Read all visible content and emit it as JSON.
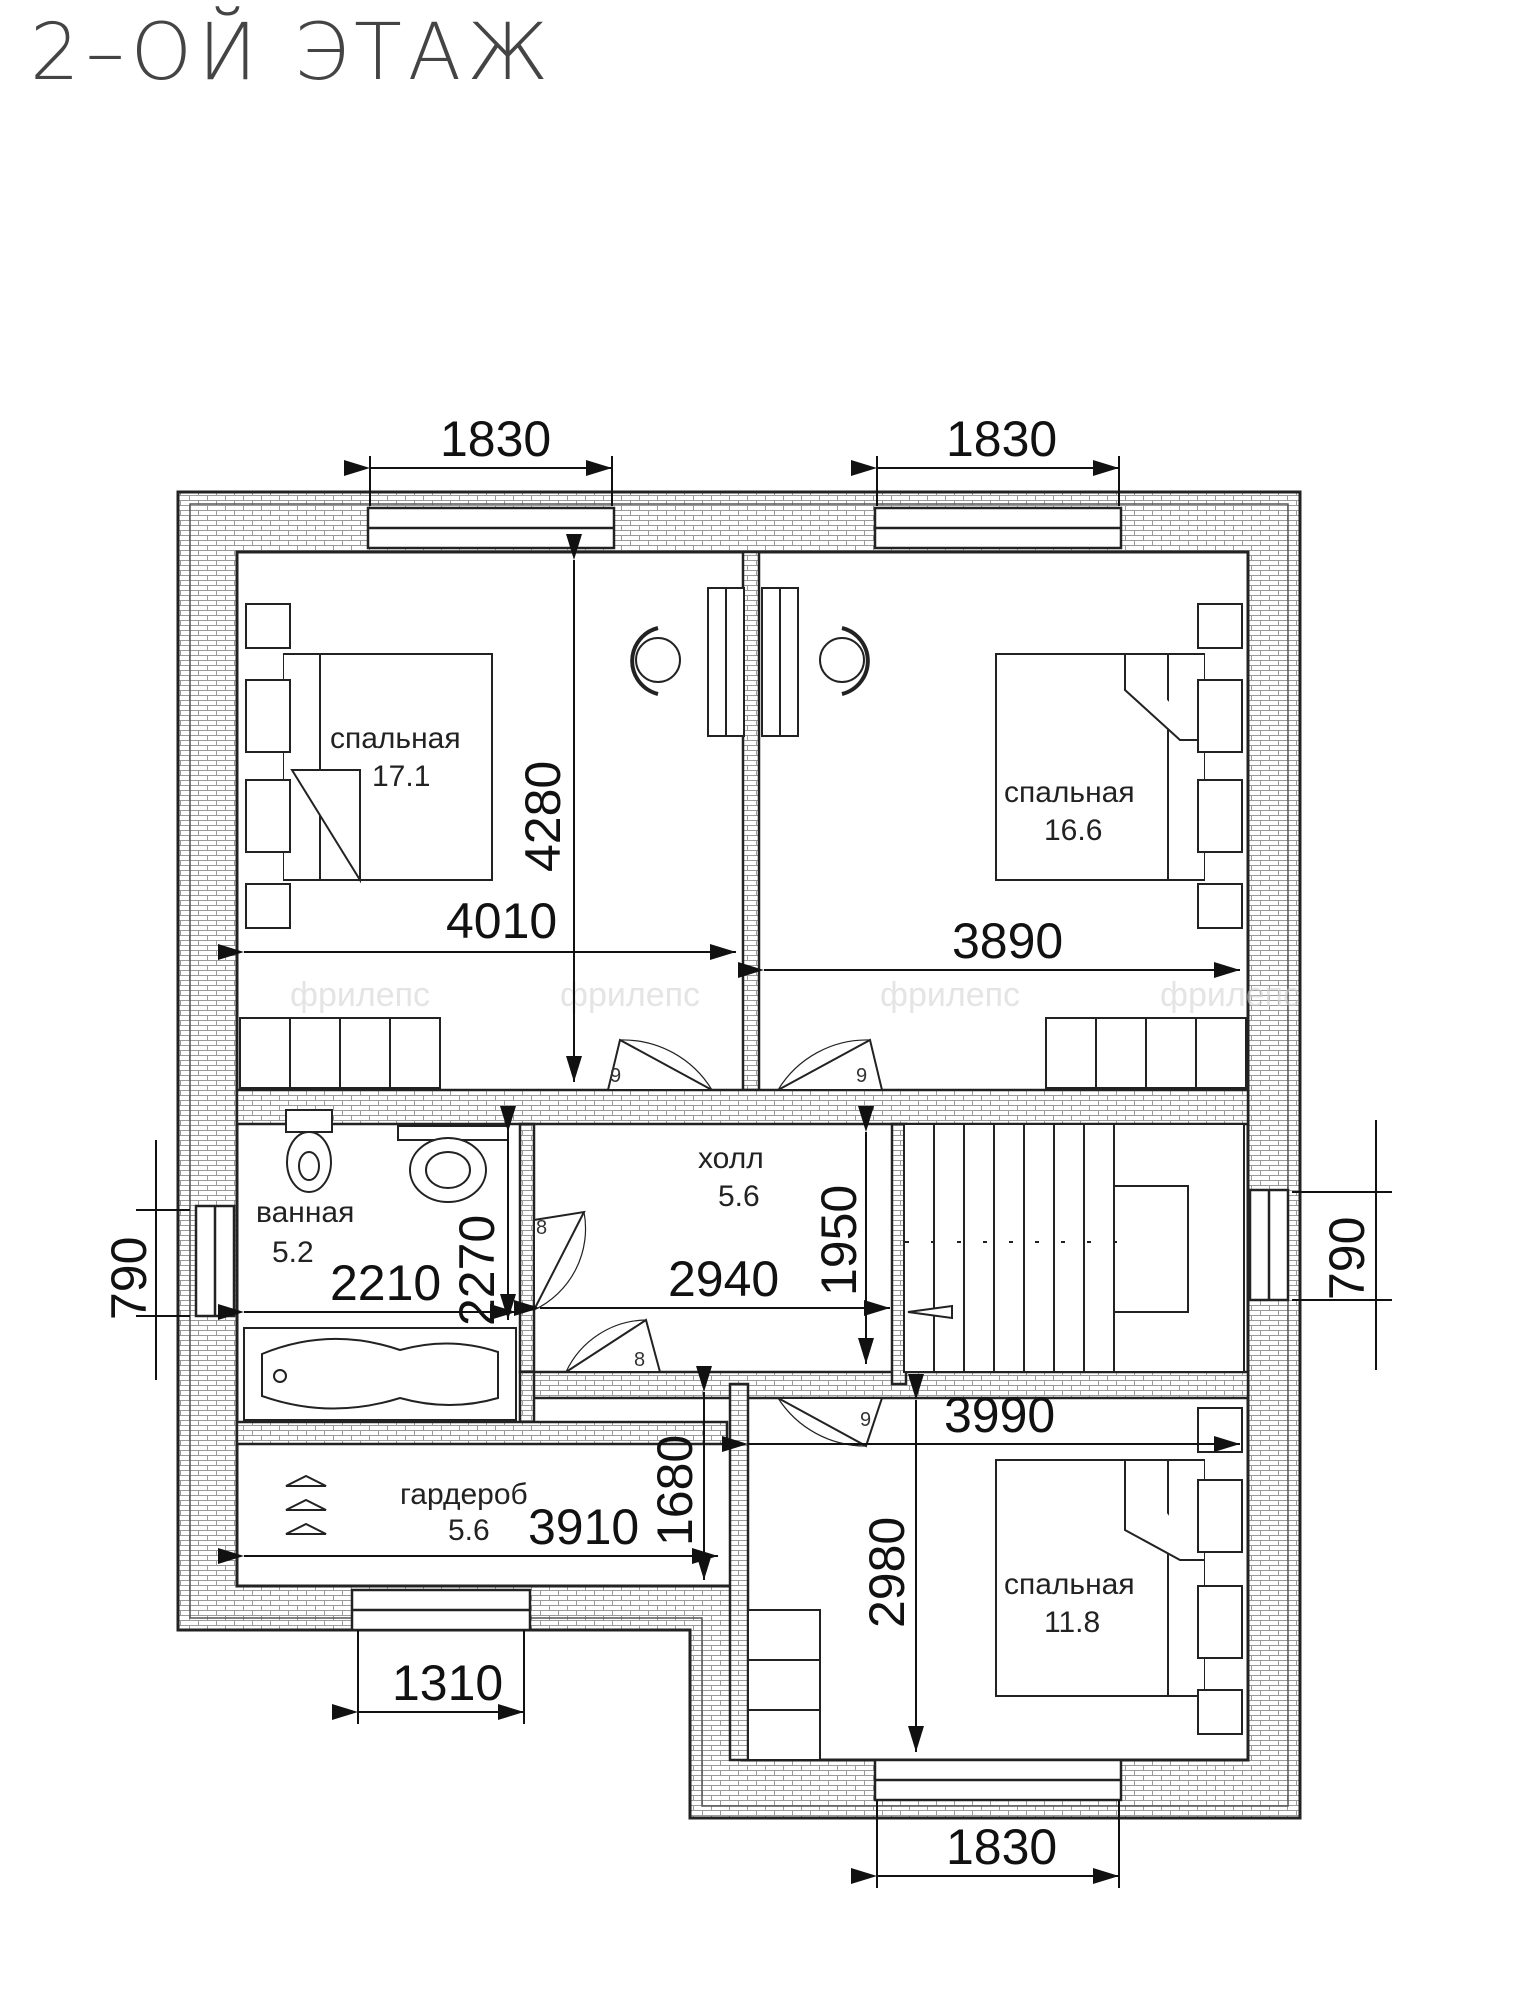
{
  "title": "2–ОЙ  ЭТАЖ",
  "rooms": {
    "bedroom_1": {
      "name": "спальная",
      "area": "17.1"
    },
    "bedroom_2": {
      "name": "спальная",
      "area": "16.6"
    },
    "bedroom_3": {
      "name": "спальная",
      "area": "11.8"
    },
    "bathroom": {
      "name": "ванная",
      "area": "5.2"
    },
    "hall": {
      "name": "холл",
      "area": "5.6"
    },
    "wardrobe": {
      "name": "гардероб",
      "area": "5.6"
    }
  },
  "dimensions": {
    "window_top_left": "1830",
    "window_top_right": "1830",
    "window_bottom_right": "1830",
    "window_bottom_left": "1310",
    "window_left": "790",
    "window_right": "790",
    "bedroom_1_width": "4010",
    "bedroom_1_depth": "4280",
    "bedroom_2_width": "3890",
    "bath_width": "2210",
    "bath_depth": "2270",
    "hall_width": "2940",
    "hall_depth": "1950",
    "bedroom_3_width": "3990",
    "bedroom_3_depth": "2980",
    "wardrobe_width": "3910",
    "wardrobe_depth": "1680"
  },
  "doors": {
    "d1": "9",
    "d2": "9",
    "d3": "8",
    "d4": "8",
    "d5": "9"
  },
  "watermark": "фрилепс"
}
